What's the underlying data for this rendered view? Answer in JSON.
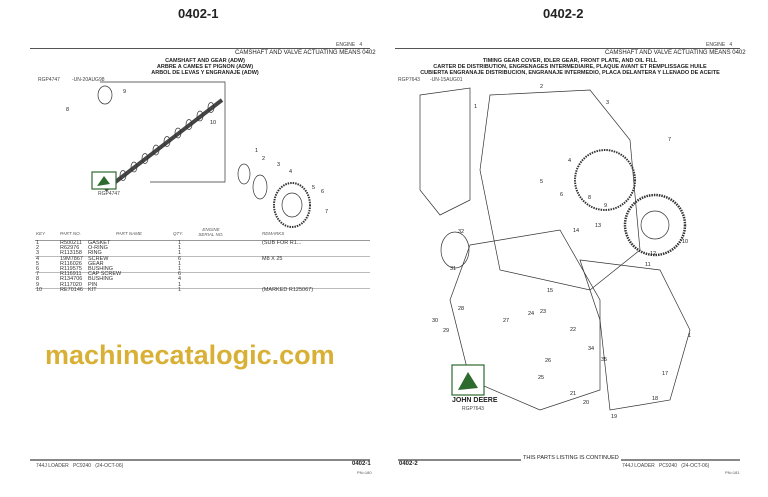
{
  "left_page": {
    "page_title": "0402-1",
    "section": "ENGINE",
    "section_no": "4",
    "group": "CAMSHAFT AND VALVE ACTUATING MEANS 0402",
    "heading": [
      "CAMSHAFT AND GEAR (ADW)",
      "ARBRE A CAMES ET PIGNON (ADW)",
      "ARBOL DE LEVAS Y ENGRANAJE (ADW)"
    ],
    "illustration_id": "RGP4747",
    "illustration_code": "-UN-20AUG98",
    "logo_caption": "RGP4747",
    "columns": {
      "key": "KEY",
      "part_no": "PART NO.",
      "part_name": "PART NAME",
      "qty": "QTY.",
      "serial": "ENGINE SERIAL NO.",
      "remarks": "REMARKS"
    },
    "rows": [
      {
        "key": "1",
        "part_no": "R500211",
        "name": "GASKET",
        "qty": "1",
        "remarks": "(SUB FOR R1..."
      },
      {
        "key": "2",
        "part_no": "R62976",
        "name": "O-RING",
        "qty": "1",
        "remarks": ""
      },
      {
        "key": "3",
        "part_no": "R113158",
        "name": "RING",
        "qty": "1",
        "remarks": ""
      },
      {
        "key": "4",
        "part_no": "19M7867",
        "name": "SCREW",
        "qty": "6",
        "remarks": "M8 X 25"
      },
      {
        "key": "5",
        "part_no": "R116026",
        "name": "GEAR",
        "qty": "1",
        "remarks": ""
      },
      {
        "key": "6",
        "part_no": "R119575",
        "name": "BUSHING",
        "qty": "1",
        "remarks": ""
      },
      {
        "key": "7",
        "part_no": "R116911",
        "name": "CAP SCREW",
        "qty": "6",
        "remarks": ""
      },
      {
        "key": "8",
        "part_no": "R134706",
        "name": "BUSHING",
        "qty": "4",
        "remarks": ""
      },
      {
        "key": "9",
        "part_no": "R117020",
        "name": "PIN",
        "qty": "1",
        "remarks": ""
      },
      {
        "key": "10",
        "part_no": "RE70146",
        "name": "KIT",
        "qty": "1",
        "remarks": "(MARKED R125067)"
      }
    ],
    "callouts": [
      "9",
      "8",
      "10",
      "1",
      "2",
      "3",
      "4",
      "5",
      "6",
      "7"
    ],
    "footer": {
      "model": "744J LOADER",
      "catalog": "PC9240",
      "date": "(24-OCT-06)",
      "page": "0402-1",
      "sub": "PN=180"
    }
  },
  "right_page": {
    "page_title": "0402-2",
    "section": "ENGINE",
    "section_no": "4",
    "group": "CAMSHAFT AND VALVE ACTUATING MEANS 0402",
    "heading": [
      "TIMING GEAR COVER, IDLER GEAR, FRONT PLATE, AND OIL FILL",
      "CARTER DE DISTRIBUTION, ENGRENAGES INTERMEDIAIRE, PLAQUE AVANT ET REMPLISSAGE HUILE",
      "CUBIERTA ENGRANAJE DISTRIBUCION, ENGRANAJE INTERMEDIO, PLACA DELANTERA Y LLENADO DE ACEITE"
    ],
    "illustration_id": "RGP7643",
    "illustration_code": "-UN-15AUG01",
    "logo_text": "JOHN DEERE",
    "logo_caption": "RGP7643",
    "callouts": [
      "2",
      "3",
      "1",
      "7",
      "4",
      "5",
      "6",
      "8",
      "9",
      "13",
      "14",
      "10",
      "12",
      "11",
      "32",
      "31",
      "15",
      "28",
      "24",
      "23",
      "30",
      "27",
      "22",
      "29",
      "1",
      "34",
      "35",
      "26",
      "17",
      "25",
      "21",
      "18",
      "20",
      "19"
    ],
    "continued": "THIS PARTS LISTING IS CONTINUED",
    "footer": {
      "page": "0402-2",
      "model": "744J LOADER",
      "catalog": "PC9240",
      "date": "(24-OCT-06)",
      "sub": "PN=181"
    }
  },
  "watermark": "machinecatalogic.com",
  "colors": {
    "watermark": "#d4a820",
    "logo_green": "#2e6b2e"
  }
}
